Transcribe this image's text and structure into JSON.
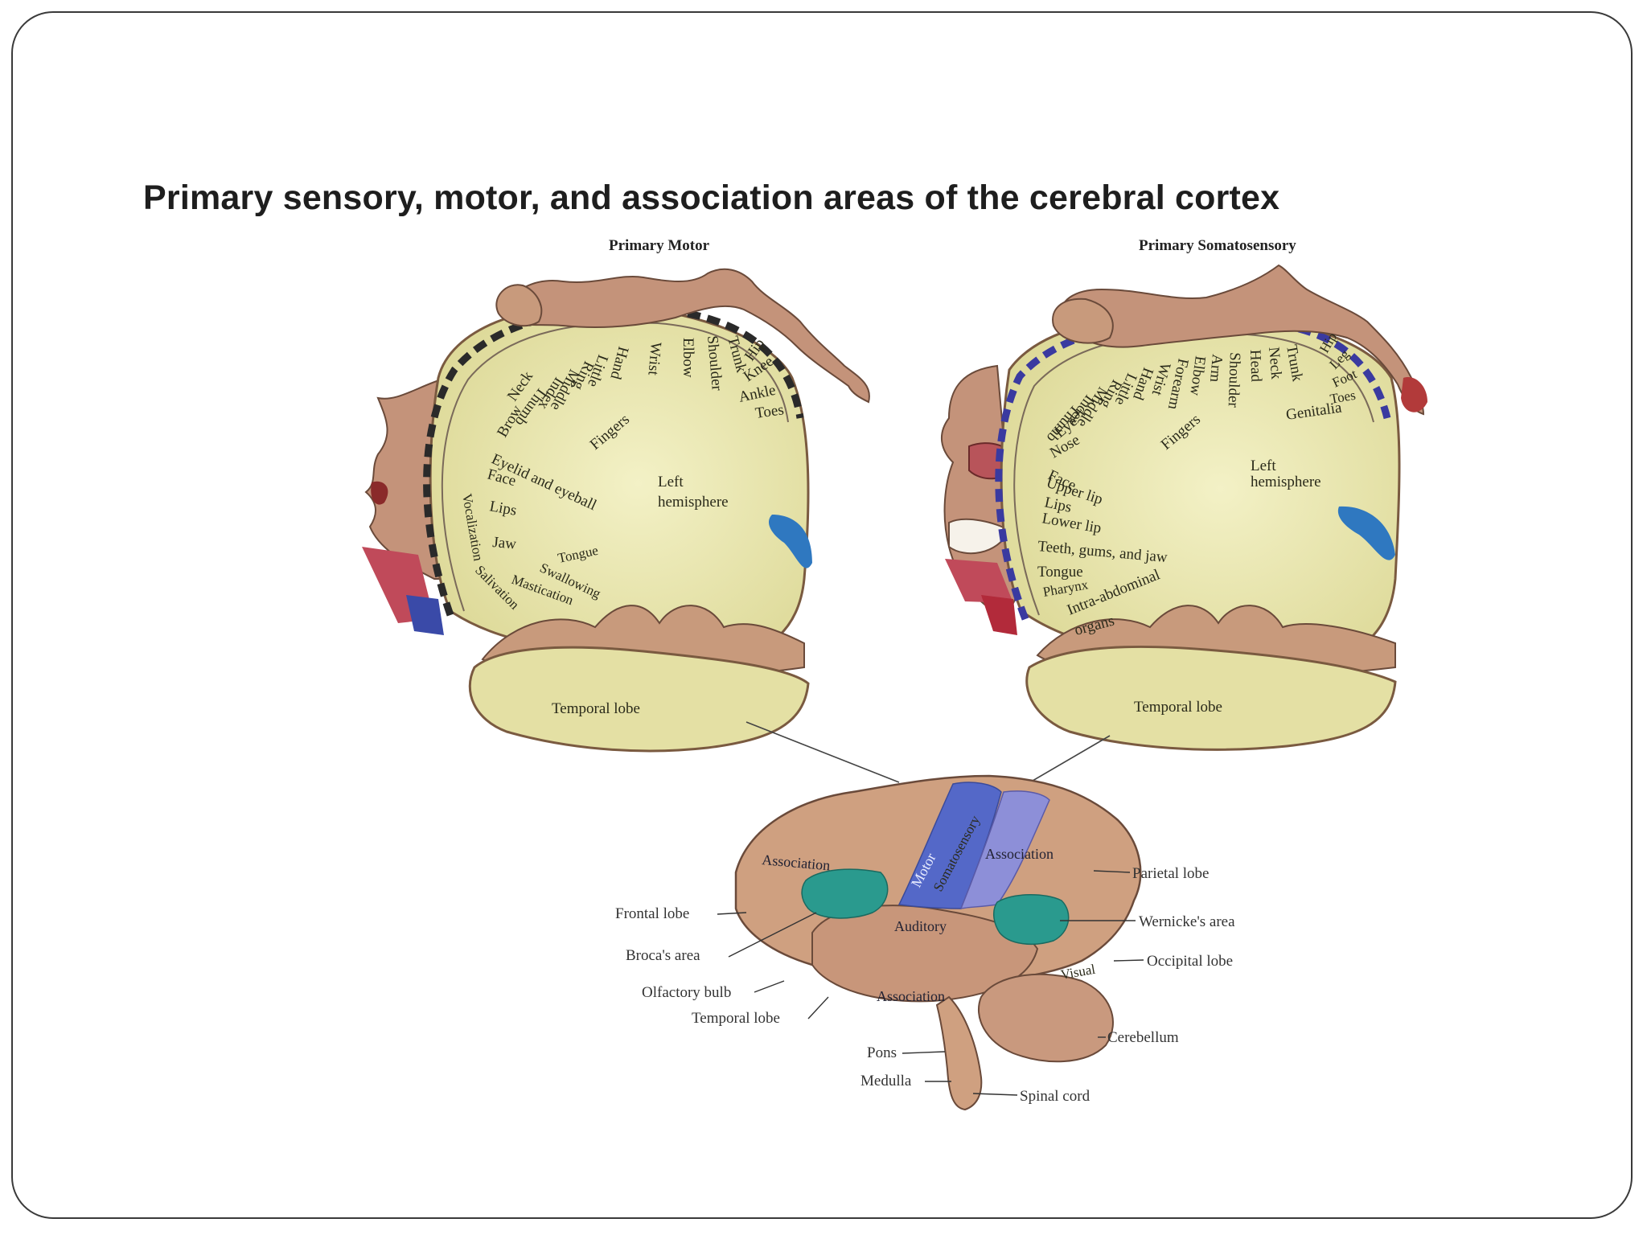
{
  "title": "Primary sensory, motor, and association areas of the cerebral cortex",
  "motor": {
    "heading": "Primary Motor",
    "labels": [
      "Toes",
      "Ankle",
      "Knee",
      "Hip",
      "Trunk",
      "Shoulder",
      "Elbow",
      "Wrist",
      "Hand",
      "Little",
      "Ring",
      "Middle",
      "Index",
      "Thumb",
      "Neck",
      "Brow",
      "Eyelid and eyeball",
      "Face",
      "Lips",
      "Jaw",
      "Tongue",
      "Swallowing",
      "Mastication",
      "Salivation",
      "Vocalization",
      "Fingers"
    ],
    "hemisphere": [
      "Left",
      "hemisphere"
    ],
    "temporal": "Temporal lobe"
  },
  "somato": {
    "heading": "Primary Somatosensory",
    "labels": [
      "Genitalia",
      "Toes",
      "Foot",
      "Leg",
      "Hip",
      "Trunk",
      "Neck",
      "Head",
      "Shoulder",
      "Arm",
      "Elbow",
      "Forearm",
      "Wrist",
      "Hand",
      "Little",
      "Ring",
      "Middle",
      "Index",
      "Thumb",
      "Eye",
      "Nose",
      "Face",
      "Upper lip",
      "Lips",
      "Lower lip",
      "Teeth, gums, and jaw",
      "Tongue",
      "Pharynx",
      "Intra-abdominal",
      "organs",
      "Fingers"
    ],
    "hemisphere": [
      "Left",
      "hemisphere"
    ],
    "temporal": "Temporal lobe"
  },
  "brain": {
    "inner": [
      "Motor",
      "Somatosensory",
      "Association",
      "Association",
      "Auditory",
      "Association",
      "Visual"
    ],
    "labels_left": [
      "Frontal lobe",
      "Broca's area",
      "Olfactory bulb",
      "Temporal lobe",
      "Pons",
      "Medulla"
    ],
    "labels_right": [
      "Parietal lobe",
      "Wernicke's area",
      "Occipital lobe",
      "Cerebellum",
      "Spinal cord"
    ]
  },
  "colors": {
    "skin": "#c89a7c",
    "cortex": "#ece9b0",
    "motor_strip": "#5468c8",
    "somato_strip": "#8d8fd8",
    "language_area": "#2a9a8e",
    "dash_motor": "#2a2a2a",
    "dash_somato": "#3a3aa0"
  }
}
